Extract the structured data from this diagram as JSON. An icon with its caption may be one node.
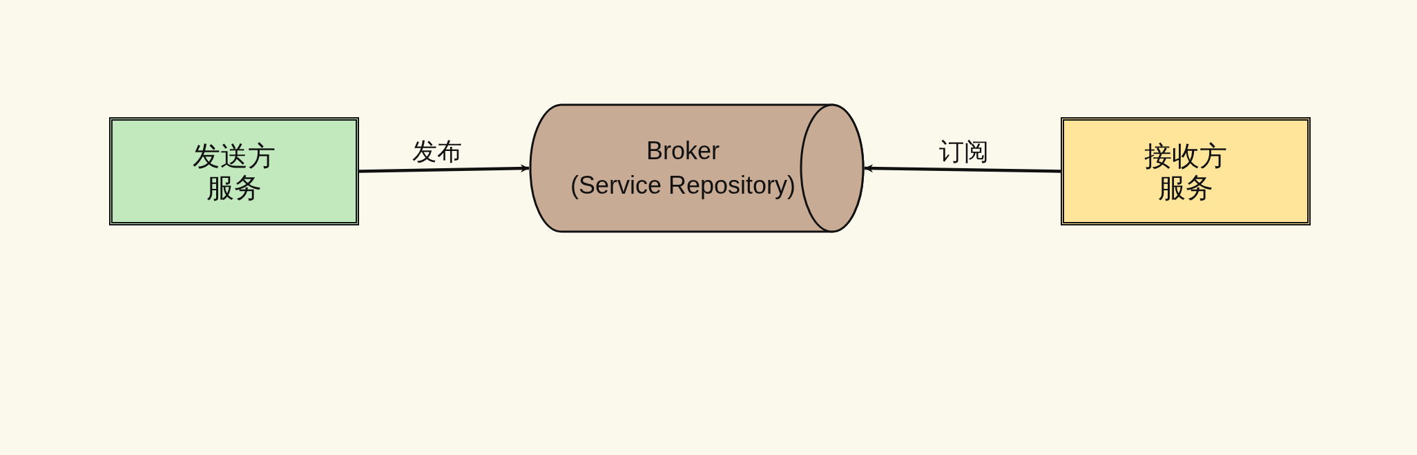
{
  "diagram": {
    "nodes": [
      {
        "text": [
          "发送方服务"
        ]
      },
      {
        "text": [
          "Broker",
          "(Service Repository)"
        ]
      },
      {
        "text": [
          "接收方服务"
        ]
      }
    ],
    "edges": [
      {
        "from": 0,
        "to": 1,
        "arrow": "to",
        "label": "发布"
      },
      {
        "from": 2,
        "to": 1,
        "arrow": "to",
        "label": "订阅"
      }
    ]
  }
}
